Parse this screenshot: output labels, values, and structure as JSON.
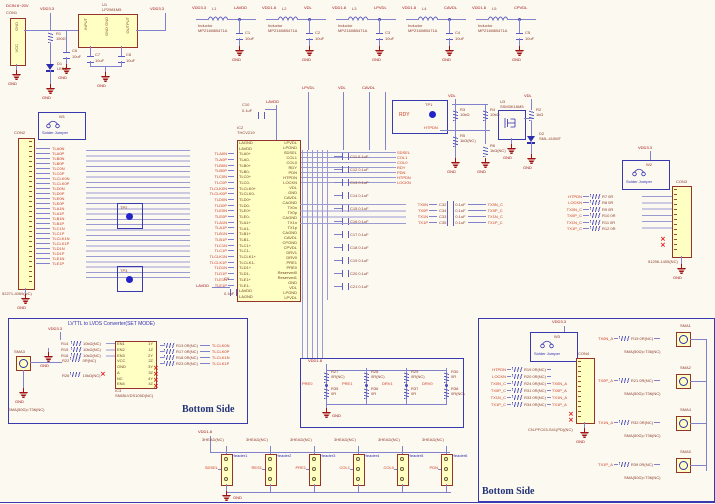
{
  "colors": {
    "wire": "#8282cc",
    "component_fill": "#ffffc4",
    "component_border": "#94342c",
    "net_label": "#cc3b1e",
    "power_label": "#a01212",
    "annotation_blue": "#2d2db0",
    "background": "#fcf9f1"
  },
  "labels": {
    "gnd": "GND",
    "vdd33": "VDD3.3",
    "vdd18": "VDD1.8",
    "vdl": "VDL",
    "lavdd": "LAVDD",
    "lpvdl": "LPVDL",
    "cavdl": "CAVDL"
  },
  "power": {
    "dcin": "DCIN 6~20V",
    "con1_ref": "CON1",
    "con1_pins": [
      "GND",
      "VCC"
    ],
    "c6_ref": "C6",
    "c6_val": "10uF",
    "u1_ref": "U1",
    "u1_part": "LP2981M5",
    "u1_pin_in": "INPUT",
    "u1_pin_gnd": "GND GND",
    "u1_pin_out": "OUTPUT",
    "c7_ref": "C7",
    "c7_val": "10uF",
    "c8_ref": "C8",
    "c8_val": "10uF",
    "r1_ref": "R1",
    "r1_val": "150Ω",
    "d1_ref": "D1",
    "d1_part": "LED3"
  },
  "filters": [
    {
      "in": "VDD3.3",
      "lref": "L1",
      "part1": "Inductor",
      "part2": "MPZ1608B471A",
      "out": "LAVDD",
      "cref": "C1",
      "cval": "10uF"
    },
    {
      "in": "VDD1.8",
      "lref": "L2",
      "part1": "Inductor",
      "part2": "MPZ1608B471A",
      "out": "VDL",
      "cref": "C2",
      "cval": "10uF"
    },
    {
      "in": "VDD1.8",
      "lref": "L3",
      "part1": "Inductor",
      "part2": "MPZ1608B471A",
      "out": "LPVDL",
      "cref": "C3",
      "cval": "10uF"
    },
    {
      "in": "VDD1.8",
      "lref": "L4",
      "part1": "Inductor",
      "part2": "MPZ1608B471A",
      "out": "CAVDL",
      "cref": "C4",
      "cval": "10uF"
    },
    {
      "in": "VDD1.8",
      "lref": "L5",
      "part1": "Inductor",
      "part2": "MPZ1608B471A",
      "out": "CPVDL",
      "cref": "C5",
      "cval": "10uF"
    }
  ],
  "con2": {
    "w_ref": "W1",
    "w_label": "Solder Jumper",
    "ref": "CON2",
    "part": "52271-4069(NC)"
  },
  "tp": {
    "tp1": "TP1",
    "tp2": "TP2",
    "tp3": "TP3"
  },
  "ic2": {
    "ref": "IC2",
    "part": "THCV219",
    "c10_ref": "C10",
    "c10_val": "0.1uF",
    "c9_ref": "C9",
    "c9_val": "0.1uF",
    "input_nets": [
      "TLA0N",
      "TLA0P",
      "TLB0N",
      "TLB0P",
      "TLC0N",
      "TLC0P",
      "TLCLK0N",
      "TLCLK0P",
      "TLD0N",
      "TLD0P",
      "TLE0N",
      "TLE0P",
      "TLA1N",
      "TLA1P",
      "TLB1N",
      "TLB1P",
      "TLC1N",
      "TLC1P",
      "TLCLK1N",
      "TLCLK1P",
      "TLD1N",
      "TLD1P",
      "TLE1N",
      "TLE1P"
    ],
    "left_pins": [
      "LAGND",
      "LAVDD",
      "TLA0+",
      "TLA0-",
      "TLB0+",
      "TLB0-",
      "TLC0+",
      "TLC0-",
      "TLCLK0+",
      "TLCLK0-",
      "TLD0+",
      "TLD0-",
      "TLE0+",
      "TLE0-",
      "TLA1+",
      "TLA1-",
      "TLB1+",
      "TLB1-",
      "TLC1+",
      "TLC1-",
      "TLCLK1+",
      "TLCLK1-",
      "TLD1+",
      "TLD1-",
      "TLE1+",
      "TLE1-",
      "LAVDD",
      "LAGND"
    ],
    "right_pins": [
      "LPVDL",
      "LPGND",
      "SDSEL",
      "COL1",
      "COL0",
      "RDY",
      "PDN",
      "HTPDN",
      "LOCKN",
      "VDL",
      "GND",
      "CAVDL",
      "CAGND",
      "TX0n",
      "TX0p",
      "CAGND",
      "TX1n",
      "TX1p",
      "CAGND",
      "CAVDL",
      "CPGND",
      "CPVDL",
      "DRV1",
      "DRV0",
      "PRE1",
      "PRE0",
      "Reserved0",
      "Reserved1",
      "GND",
      "VDL",
      "LPGND",
      "LPVDL"
    ],
    "control_nets": [
      "SDSEL",
      "COL1",
      "COL0",
      "RDY",
      "PDN",
      "HTPDN",
      "LOCKN"
    ]
  },
  "bypass": [
    {
      "ref": "C11",
      "val": "0.1uF"
    },
    {
      "ref": "C12",
      "val": "0.1uF"
    },
    {
      "ref": "C13",
      "val": "0.1uF"
    },
    {
      "ref": "C14",
      "val": "0.1uF"
    },
    {
      "ref": "C15",
      "val": "0.1uF"
    },
    {
      "ref": "C16",
      "val": "0.1uF"
    },
    {
      "ref": "C17",
      "val": "0.1uF"
    },
    {
      "ref": "C18",
      "val": "0.1uF"
    },
    {
      "ref": "C19",
      "val": "0.1uF"
    },
    {
      "ref": "C20",
      "val": "0.1uF"
    },
    {
      "ref": "C21",
      "val": "0.1uF"
    }
  ],
  "coupling": [
    {
      "in": "TX0N",
      "cref": "C32",
      "cval": "0.1uF",
      "out": "TX0N_C"
    },
    {
      "in": "TX0P",
      "cref": "C34",
      "cval": "0.1uF",
      "out": "TX0P_C"
    },
    {
      "in": "TX1N",
      "cref": "C33",
      "cval": "0.1uF",
      "out": "TX1N_C"
    },
    {
      "in": "TX1P",
      "cref": "C35",
      "cval": "0.1uF",
      "out": "TX1P_C"
    }
  ],
  "rdy": {
    "net": "RDY",
    "htpdn": "HTPDN",
    "r3": "R3",
    "r3v": "10kΩ",
    "r4": "R4",
    "r4v": "10kΩ",
    "r5": "R5",
    "r5v": "1kΩ(NC)",
    "r6": "R6",
    "r6v": "1kΩ(NC)",
    "u3_ref": "U3",
    "u3_part": "SSM3K16M5",
    "r2": "R2",
    "r2v": "1kΩ",
    "d2_ref": "D2",
    "d2_part": "SML-410MT"
  },
  "con3": {
    "w_ref": "W2",
    "w_label": "Solder Jumper",
    "ref": "CON3",
    "part": "51296-1405(NC)",
    "rows": [
      {
        "net": "HTPDN",
        "r": "R7",
        "v": "0R"
      },
      {
        "net": "LOCKN",
        "r": "R8",
        "v": "0R"
      },
      {
        "net": "TX0N_C",
        "r": "R9",
        "v": "0R"
      },
      {
        "net": "TX0P_C",
        "r": "R10",
        "v": "0R"
      },
      {
        "net": "TX1N_C",
        "r": "R11",
        "v": "0R"
      },
      {
        "net": "TX1P_C",
        "r": "R12",
        "v": "0R"
      }
    ]
  },
  "lvds": {
    "title": "LVTTL to LVDS Converter(SET MODE)",
    "pullups": [
      {
        "r": "R14",
        "v": "10kΩ(NC)"
      },
      {
        "r": "R15",
        "v": "10kΩ(NC)"
      },
      {
        "r": "R16",
        "v": "10kΩ(NC)"
      }
    ],
    "sma_ref": "SMA3",
    "sma_part": "SMA(50Ω)=T36(NC)",
    "r22": "R22",
    "r22v": "0R(NC)",
    "r26": "R26",
    "r26v": "10kΩ(NC)",
    "ic_ref": "IC3",
    "ic_part": "SN65LVDS105D(NC)",
    "left_pins": [
      "EN1",
      "EN2",
      "EN3",
      "VCC",
      "GND",
      "A",
      "NC",
      "EN4"
    ],
    "right_pins": [
      "1Y",
      "1Z",
      "2Y",
      "2Z",
      "3Y",
      "3Z",
      "4Y",
      "4Z"
    ],
    "outputs": [
      {
        "r": "R13",
        "v": "0R(NC)",
        "net": "TLCLK0N"
      },
      {
        "r": "R17",
        "v": "0R(NC)",
        "net": "TLCLK0P"
      },
      {
        "r": "R18",
        "v": "0R(NC)",
        "net": "TLCLK1N"
      },
      {
        "r": "R23",
        "v": "0R(NC)",
        "net": "TLCLK1P"
      }
    ],
    "bottom_side": "Bottom Side"
  },
  "setbox": {
    "cols": [
      {
        "rt": "R27",
        "vt": "0R(NC)",
        "rb": "R35",
        "vb": "0R",
        "net": "PRE0"
      },
      {
        "rt": "R28",
        "vt": "0R(NC)",
        "rb": "R36",
        "vb": "0R",
        "net": "PRE1"
      },
      {
        "rt": "R29",
        "vt": "0R(NC)",
        "rb": "R37",
        "vb": "0R",
        "net": "DRV1"
      },
      {
        "rt": "R30",
        "vt": "0R",
        "rb": "R38",
        "vb": "0R(NC)",
        "net": "DRV0"
      }
    ]
  },
  "headers": {
    "part": "3HEAD(NC)",
    "items": [
      {
        "net": "SDSEL",
        "ref": "Header1"
      },
      {
        "net": "RES1",
        "ref": "Header2"
      },
      {
        "net": "PRE1",
        "ref": "Header3"
      },
      {
        "net": "COL1",
        "ref": "Header4"
      },
      {
        "net": "COL0",
        "ref": "Header5"
      },
      {
        "net": "PDN",
        "ref": "Header6"
      }
    ]
  },
  "con4": {
    "w_ref": "W3",
    "w_label": "Solder Jumper",
    "ref": "CON4",
    "part": "CN-PFC03-S41(PD)(NC)",
    "bottom_side": "Bottom Side",
    "in_rows": [
      {
        "net": "HTPDN",
        "r": "R19",
        "v": "0R(NC)",
        "out": ""
      },
      {
        "net": "LOCKN",
        "r": "R20",
        "v": "0R(NC)",
        "out": ""
      },
      {
        "net": "TX0N_C",
        "r": "R24",
        "v": "0R(NC)",
        "out": "TX0N_A"
      },
      {
        "net": "TX0P_C",
        "r": "R31",
        "v": "0R(NC)",
        "out": "TX0P_A"
      },
      {
        "net": "TX1N_C",
        "r": "R33",
        "v": "0R(NC)",
        "out": "TX1N_A"
      },
      {
        "net": "TX1P_C",
        "r": "R34",
        "v": "0R(NC)",
        "out": "TX1P_A"
      }
    ],
    "smas": [
      {
        "net": "TX0N_A",
        "r": "R15",
        "v": "0R(NC)",
        "ref": "SMA1",
        "part": "SMA(50Ω)=T36(NC)"
      },
      {
        "net": "TX0P_A",
        "r": "R21",
        "v": "0R(NC)",
        "ref": "SMA2",
        "part": "SMA(50Ω)=T36(NC)"
      },
      {
        "net": "TX1N_A",
        "r": "R32",
        "v": "0R(NC)",
        "ref": "SMA4",
        "part": "SMA(50Ω)=T36(NC)"
      },
      {
        "net": "TX1P_A",
        "r": "R39",
        "v": "0R(NC)",
        "ref": "SMA5",
        "part": "SMA(50Ω)=T36(NC)"
      }
    ]
  }
}
